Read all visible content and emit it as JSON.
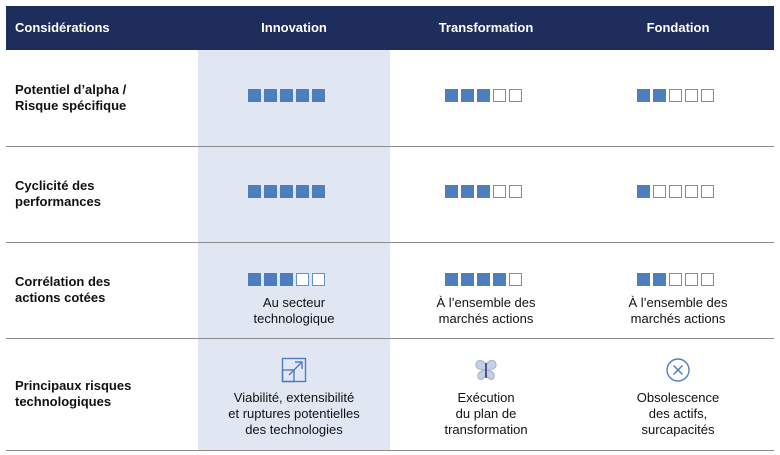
{
  "header": {
    "col0": "Considérations",
    "col1": "Innovation",
    "col2": "Transformation",
    "col3": "Fondation"
  },
  "rows": [
    {
      "label_lines": [
        "Potentiel d’alpha /",
        "Risque spécifique"
      ],
      "ratings": [
        5,
        3,
        2
      ]
    },
    {
      "label_lines": [
        "Cyclicité des",
        "performances"
      ],
      "ratings": [
        5,
        3,
        1
      ]
    },
    {
      "label_lines": [
        "Corrélation des",
        "actions cotées"
      ],
      "ratings": [
        3,
        4,
        2
      ],
      "notes": [
        [
          "Au secteur",
          "technologique"
        ],
        [
          "À l’ensemble des",
          "marchés actions"
        ],
        [
          "À l’ensemble des",
          "marchés actions"
        ]
      ]
    },
    {
      "label_lines": [
        "Principaux risques",
        "technologiques"
      ],
      "icons": [
        "expand-arrow-icon",
        "butterfly-icon",
        "cross-circle-icon"
      ],
      "notes": [
        [
          "Viabilité, extensibilité",
          "et ruptures potentielles",
          "des technologies"
        ],
        [
          "Exécution",
          "du plan de",
          "transformation"
        ],
        [
          "Obsolescence",
          "des actifs,",
          "surcapacités"
        ]
      ]
    }
  ],
  "rating_max": 5,
  "colors": {
    "header_bg": "#1f2d5c",
    "highlight_bg": "#e0e7f2",
    "square_fill": "#4f7ec0",
    "icon_stroke": "#4f7ec0"
  }
}
